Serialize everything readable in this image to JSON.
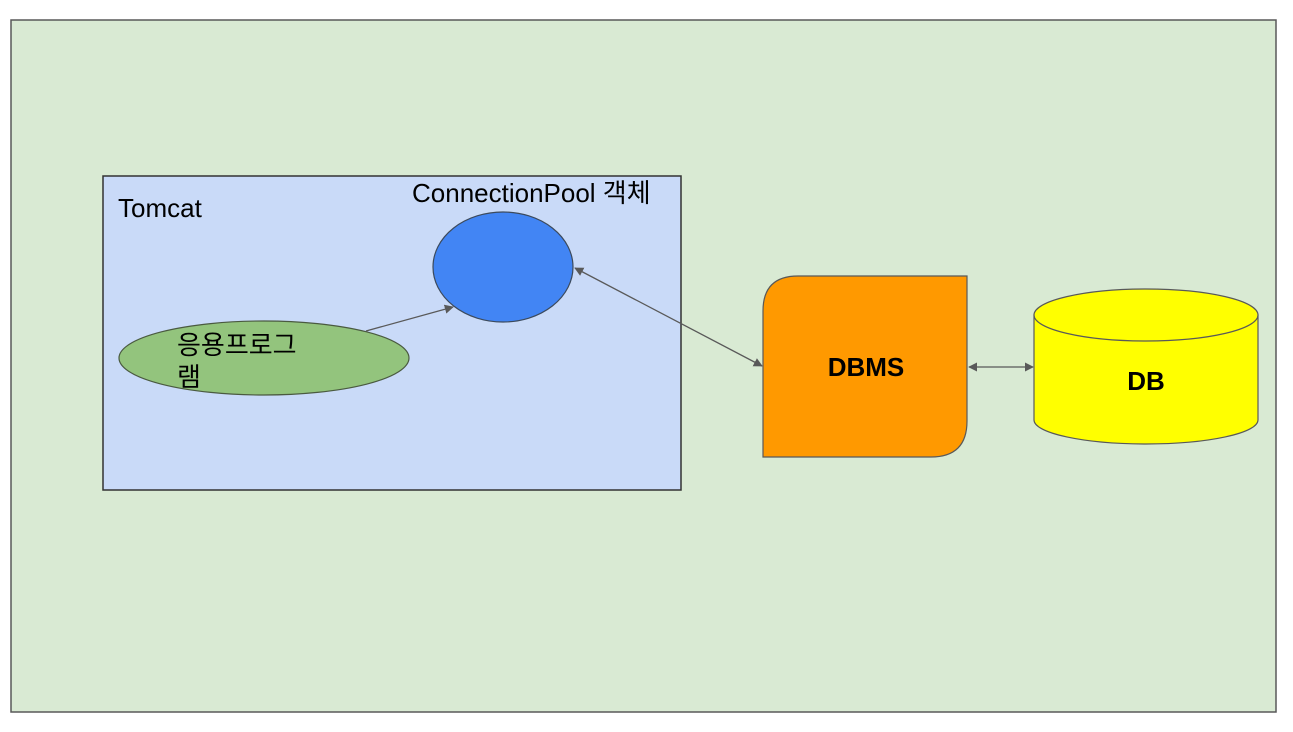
{
  "diagram": {
    "tomcat": {
      "label": "Tomcat"
    },
    "connection_pool": {
      "label": "ConnectionPool 객체"
    },
    "application": {
      "label_line1": "응용프로그",
      "label_line2": "램"
    },
    "dbms": {
      "label": "DBMS"
    },
    "db": {
      "label": "DB"
    },
    "colors": {
      "slide_background": "#d9ead3",
      "tomcat_fill": "#c9daf8",
      "pool_fill": "#4285f4",
      "application_fill": "#93c47d",
      "dbms_fill": "#ff9900",
      "db_fill": "#ffff00",
      "stroke": "#595959"
    }
  }
}
